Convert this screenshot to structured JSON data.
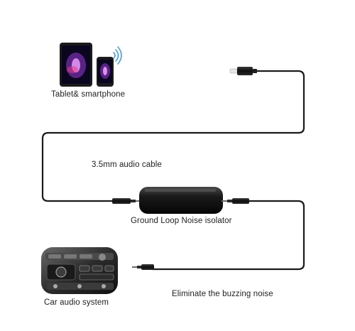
{
  "labels": {
    "devices": "Tablet& smartphone",
    "cable": "3.5mm audio cable",
    "isolator": "Ground Loop Noise isolator",
    "benefit": "Eliminate the buzzing noise",
    "car": "Car audio system"
  },
  "icons": {
    "tablet": "tablet-icon",
    "phone": "smartphone-icon",
    "wireless": "wireless-signal-icon",
    "car_panel": "car-audio-panel-icon"
  },
  "colors": {
    "cable": "#1a1a1a",
    "text": "#222222",
    "screen_glow": "#9a3bd8",
    "background": "#ffffff"
  }
}
